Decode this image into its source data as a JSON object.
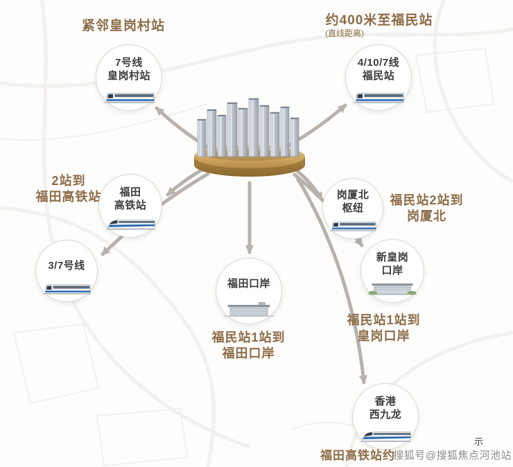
{
  "diagram": {
    "top_left": {
      "label": "紧邻皇岗村站",
      "station_line": "7号线",
      "station_name": "皇岗村站"
    },
    "top_right": {
      "label": "约400米至福民站",
      "sublabel": "(直线距离)",
      "station_line": "4/10/7线",
      "station_name": "福民站"
    },
    "left": {
      "label_line1": "2站到",
      "label_line2": "福田高铁站",
      "station_line": "福田",
      "station_name": "高铁站"
    },
    "left_lower": {
      "station_line": "3/7号线",
      "station_name": ""
    },
    "right": {
      "station_line": "岗厦北",
      "station_name": "枢纽",
      "label_line1": "福民站2站到",
      "label_line2": "岗厦北"
    },
    "right_lower": {
      "station_line": "新皇岗",
      "station_name": "口岸",
      "label_line1": "福民站1站到",
      "label_line2": "皇岗口岸"
    },
    "bottom": {
      "station_line": "福田口岸",
      "station_name": "",
      "label_line1": "福民站1站到",
      "label_line2": "福田口岸"
    },
    "bottom_right": {
      "station_line": "香港",
      "station_name": "西九龙",
      "label": "福田高铁站约"
    },
    "corner_note": "示",
    "watermark": "搜狐号@搜狐焦点河池站",
    "colors": {
      "accent_brown": "#8d6c47",
      "gold_platform": "#d2ab66",
      "arrow_gray": "#b7b2ab"
    }
  }
}
